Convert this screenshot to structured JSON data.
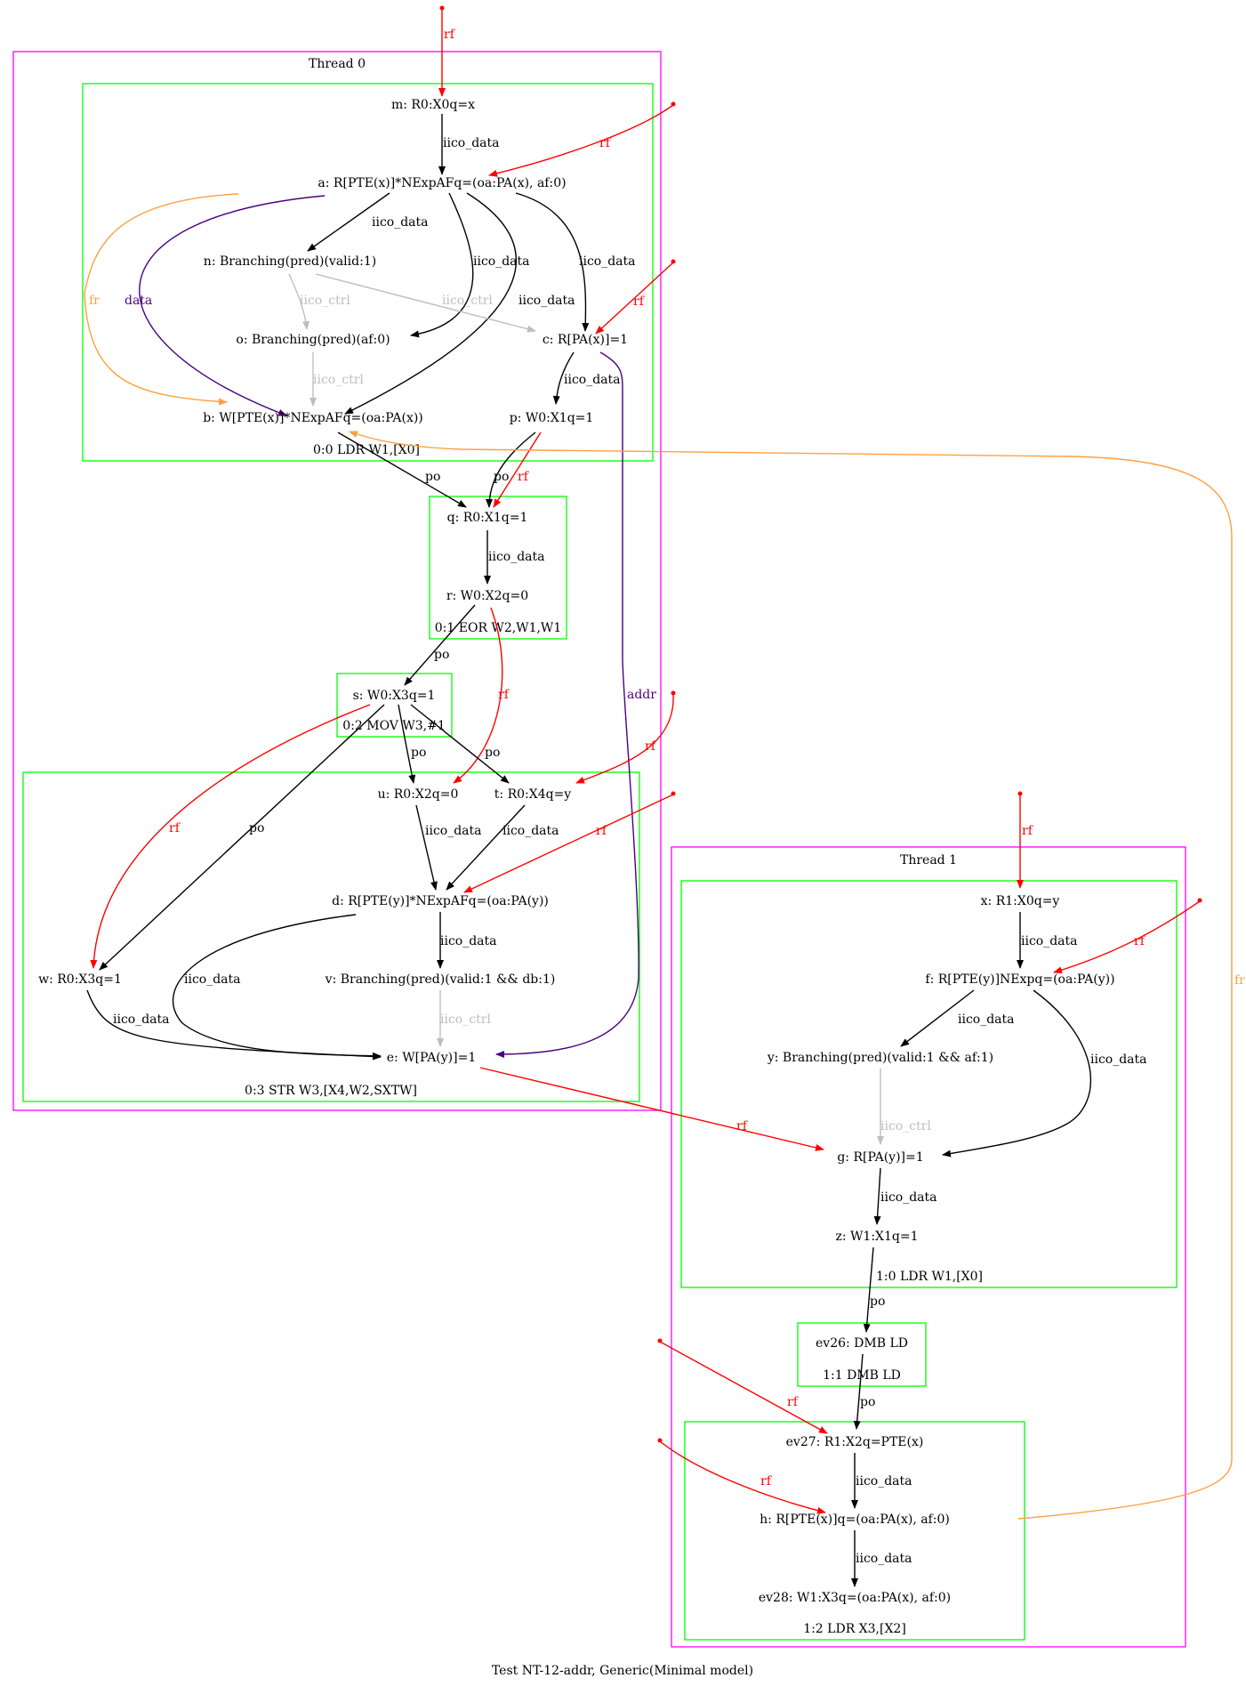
{
  "caption": "Test NT-12-addr, Generic(Minimal model)",
  "threads": [
    {
      "id": "t0",
      "label": "Thread 0"
    },
    {
      "id": "t1",
      "label": "Thread 1"
    }
  ],
  "instructions": [
    {
      "id": "i00",
      "label": "0:0 LDR W1,[X0]"
    },
    {
      "id": "i01",
      "label": "0:1 EOR W2,W1,W1"
    },
    {
      "id": "i02",
      "label": "0:2 MOV W3,#1"
    },
    {
      "id": "i03",
      "label": "0:3 STR W3,[X4,W2,SXTW]"
    },
    {
      "id": "i10",
      "label": "1:0 LDR W1,[X0]"
    },
    {
      "id": "i11",
      "label": "1:1 DMB LD"
    },
    {
      "id": "i12",
      "label": "1:2 LDR X3,[X2]"
    }
  ],
  "nodes": [
    {
      "id": "m",
      "label": "m: R0:X0q=x"
    },
    {
      "id": "a",
      "label": "a: R[PTE(x)]*NExpAFq=(oa:PA(x), af:0)"
    },
    {
      "id": "n",
      "label": "n: Branching(pred)(valid:1)"
    },
    {
      "id": "o",
      "label": "o: Branching(pred)(af:0)"
    },
    {
      "id": "c",
      "label": "c: R[PA(x)]=1"
    },
    {
      "id": "b",
      "label": "b: W[PTE(x)]*NExpAFq=(oa:PA(x))"
    },
    {
      "id": "p",
      "label": "p: W0:X1q=1"
    },
    {
      "id": "q",
      "label": "q: R0:X1q=1"
    },
    {
      "id": "r",
      "label": "r: W0:X2q=0"
    },
    {
      "id": "s",
      "label": "s: W0:X3q=1"
    },
    {
      "id": "u",
      "label": "u: R0:X2q=0"
    },
    {
      "id": "t",
      "label": "t: R0:X4q=y"
    },
    {
      "id": "d",
      "label": "d: R[PTE(y)]*NExpAFq=(oa:PA(y))"
    },
    {
      "id": "w",
      "label": "w: R0:X3q=1"
    },
    {
      "id": "v",
      "label": "v: Branching(pred)(valid:1 && db:1)"
    },
    {
      "id": "e",
      "label": "e: W[PA(y)]=1"
    },
    {
      "id": "x",
      "label": "x: R1:X0q=y"
    },
    {
      "id": "f",
      "label": "f: R[PTE(y)]NExpq=(oa:PA(y))"
    },
    {
      "id": "y",
      "label": "y: Branching(pred)(valid:1 && af:1)"
    },
    {
      "id": "g",
      "label": "g: R[PA(y)]=1"
    },
    {
      "id": "z",
      "label": "z: W1:X1q=1"
    },
    {
      "id": "ev26",
      "label": "ev26: DMB LD"
    },
    {
      "id": "ev27",
      "label": "ev27: R1:X2q=PTE(x)"
    },
    {
      "id": "h",
      "label": "h: R[PTE(x)]q=(oa:PA(x), af:0)"
    },
    {
      "id": "ev28",
      "label": "ev28: W1:X3q=(oa:PA(x), af:0)"
    }
  ],
  "edge_kinds": {
    "rf": {
      "label": "rf",
      "color": "#ff0000"
    },
    "iico_data": {
      "label": "iico_data",
      "color": "#000000"
    },
    "iico_ctrl": {
      "label": "iico_ctrl",
      "color": "#bebebe"
    },
    "po": {
      "label": "po",
      "color": "#000000"
    },
    "data": {
      "label": "data",
      "color": "#4b0082"
    },
    "addr": {
      "label": "addr",
      "color": "#4b0082"
    },
    "fr": {
      "label": "fr",
      "color": "#ffa040"
    }
  },
  "colors": {
    "thread_border": "#ff00ff",
    "instruction_border": "#00ff00"
  }
}
